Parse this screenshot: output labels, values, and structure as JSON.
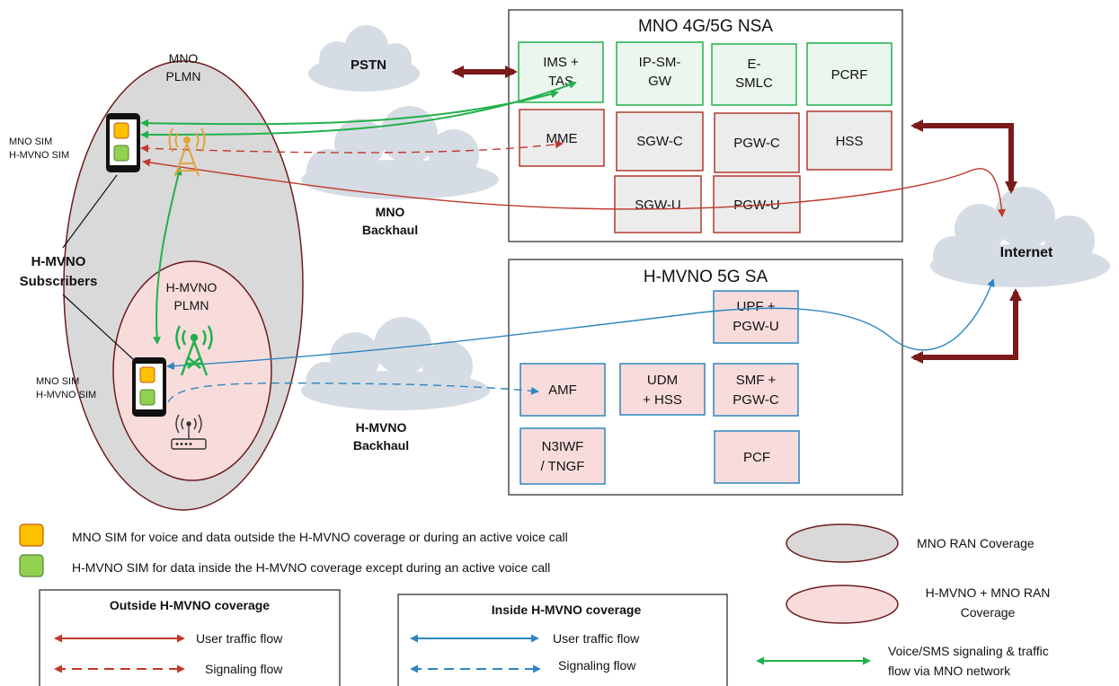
{
  "mno_core": {
    "title": "MNO 4G/5G NSA",
    "nodes": {
      "ims_tas": [
        "IMS +",
        "TAS"
      ],
      "ip_sm_gw": [
        "IP-SM-",
        "GW"
      ],
      "e_smlc": [
        "E-",
        "SMLC"
      ],
      "pcrf": [
        "PCRF"
      ],
      "mme": [
        "MME"
      ],
      "sgw_c": [
        "SGW-C"
      ],
      "pgw_c": [
        "PGW-C"
      ],
      "hss": [
        "HSS"
      ],
      "sgw_u": [
        "SGW-U"
      ],
      "pgw_u": [
        "PGW-U"
      ]
    }
  },
  "hmvno_core": {
    "title": "H-MVNO 5G SA",
    "nodes": {
      "upf": [
        "UPF +",
        "PGW-U"
      ],
      "amf": [
        "AMF"
      ],
      "udm": [
        "UDM",
        "+ HSS"
      ],
      "smf": [
        "SMF +",
        "PGW-C"
      ],
      "n3iwf": [
        "N3IWF",
        "/ TNGF"
      ],
      "pcf": [
        "PCF"
      ]
    }
  },
  "clouds": {
    "pstn": "PSTN",
    "mno_backhaul": [
      "MNO",
      "Backhaul"
    ],
    "hmvno_backhaul": [
      "H-MVNO",
      "Backhaul"
    ],
    "internet": "Internet"
  },
  "coverage": {
    "mno_plmn": [
      "MNO",
      "PLMN"
    ],
    "hmvno_plmn": [
      "H-MVNO",
      "PLMN"
    ]
  },
  "devices": {
    "top_sims": [
      "MNO SIM",
      "H-MVNO SIM"
    ],
    "bottom_sims": [
      "MNO SIM",
      "H-MVNO SIM"
    ],
    "subscribers_label": [
      "H-MVNO",
      "Subscribers"
    ]
  },
  "legend": {
    "orange_sim": "MNO SIM for voice and data outside the H-MVNO coverage or during an active voice call",
    "green_sim": "H-MVNO SIM for data inside the H-MVNO coverage except during an active voice call",
    "outside_title": "Outside H-MVNO coverage",
    "outside_user": "User traffic flow",
    "outside_signal": "Signaling flow",
    "inside_title": "Inside H-MVNO coverage",
    "inside_user": "User traffic flow",
    "inside_signal": "Signaling flow",
    "mno_ran": "MNO RAN Coverage",
    "hmvno_ran": [
      "H-MVNO + MNO RAN",
      "Coverage"
    ],
    "voice_sms": [
      "Voice/SMS signaling & traffic",
      "flow via MNO network"
    ]
  },
  "colors": {
    "mno_ellipse": "#d9d9d9",
    "hmvno_ellipse": "#f8dcdc",
    "red_flow": "#c0392b",
    "dark_red": "#7b1a1a",
    "blue_flow": "#2e86c1",
    "green_flow": "#21b14b",
    "orange_sim": "#ffc000",
    "green_sim": "#92d050",
    "cloud": "#d6dce4",
    "green_box_fill": "#ebf7ee",
    "red_box_fill": "#ececec",
    "blue_box_fill": "#f8dcdc"
  }
}
